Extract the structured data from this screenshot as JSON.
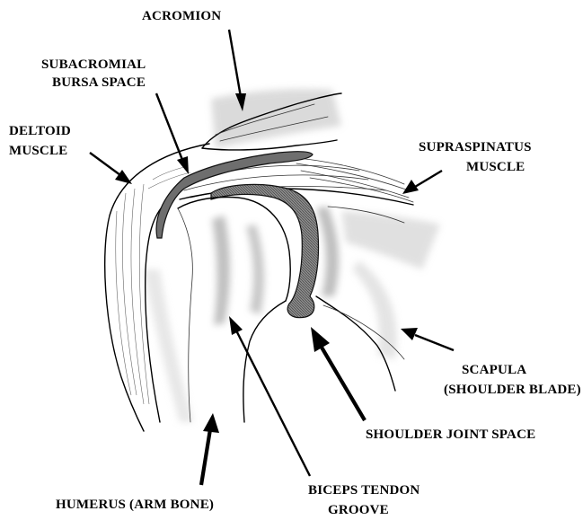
{
  "labels": {
    "acromion": "ACROMION",
    "subacromial_line1": "SUBACROMIAL",
    "subacromial_line2": "BURSA SPACE",
    "deltoid_line1": "DELTOID",
    "deltoid_line2": "MUSCLE",
    "supraspinatus_line1": "SUPRASPINATUS",
    "supraspinatus_line2": "MUSCLE",
    "scapula_line1": "SCAPULA",
    "scapula_line2": "(SHOULDER BLADE)",
    "shoulder_joint_space": "SHOULDER JOINT SPACE",
    "humerus": "HUMERUS (ARM BONE)",
    "biceps_line1": "BICEPS TENDON",
    "biceps_line2": "GROOVE"
  },
  "colors": {
    "ink": "#000000",
    "space_fill": "#6e6e6e",
    "shading": "#9a9a9a"
  }
}
